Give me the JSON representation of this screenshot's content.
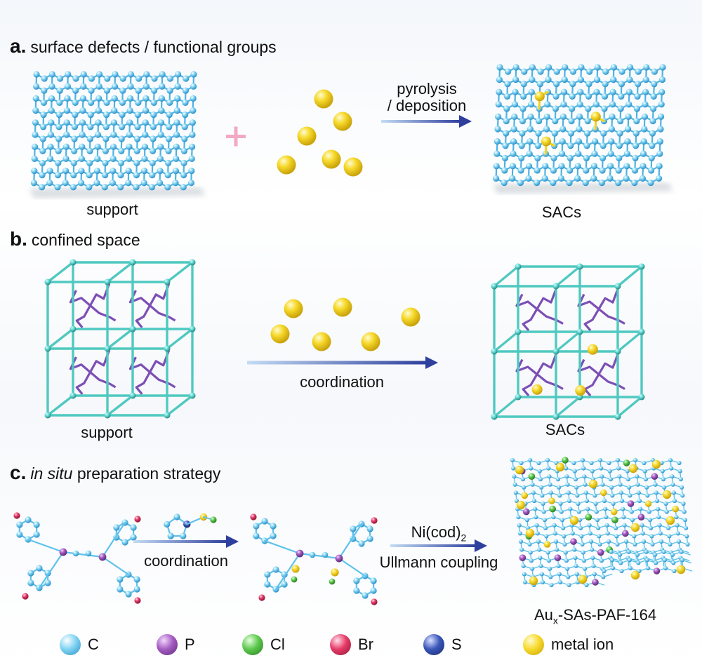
{
  "panel_a": {
    "letter": "a.",
    "title": "surface defects / functional groups",
    "left_label": "support",
    "arrow_text_1": "pyrolysis",
    "arrow_text_2": "/ deposition",
    "right_label": "SACs"
  },
  "panel_b": {
    "letter": "b.",
    "title": "confined space",
    "left_label": "support",
    "arrow_text": "coordination",
    "right_label": "SACs"
  },
  "panel_c": {
    "letter": "c.",
    "title_italic": "in situ",
    "title_rest": "preparation strategy",
    "arrow1_text": "coordination",
    "arrow2_reagent_main": "Ni(cod)",
    "arrow2_reagent_sub": "2",
    "arrow2_text": "Ullmann coupling",
    "product_main": "Au",
    "product_sub": "x",
    "product_rest": "-SAs-PAF-164"
  },
  "legend": [
    {
      "label": "C",
      "color": "#5ec2ec"
    },
    {
      "label": "P",
      "color": "#9a4fb3"
    },
    {
      "label": "Cl",
      "color": "#55c046"
    },
    {
      "label": "Br",
      "color": "#e0305e"
    },
    {
      "label": "S",
      "color": "#2f4aa8"
    },
    {
      "label": "metal ion",
      "color": "#f2d21c"
    }
  ],
  "colors": {
    "carbon": "#5ec2ec",
    "metal": "#f2d21c",
    "frame": "#4fc9c0",
    "linker": "#7d4fb5",
    "arrow_start": "#bcd8f3",
    "arrow_end": "#2e3f9e",
    "plus": "#f2a9c4"
  }
}
